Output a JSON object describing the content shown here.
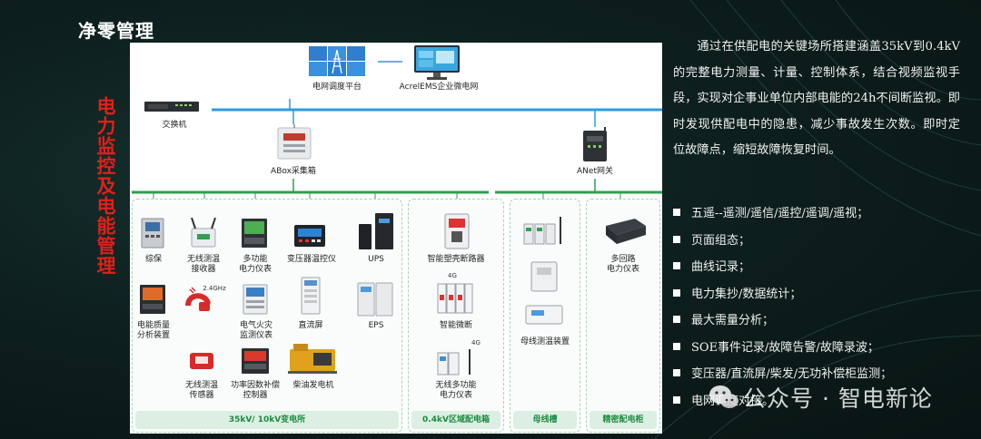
{
  "page_title": "净零管理",
  "side_label": "电力监控及电能管理",
  "top_nodes": {
    "grid_platform": "电网调度平台",
    "ems_platform": "AcrelEMS企业微电网",
    "switch": "交换机",
    "abox": "ABox采集箱",
    "anet": "ANet网关"
  },
  "sections": {
    "substation": {
      "footer": "35kV/ 10kV变电所",
      "devices": [
        "综保",
        "无线测温\n接收器",
        "多功能\n电力仪表",
        "变压器温控仪",
        "UPS",
        "电能质量\n分析装置",
        "电气火灾\n监测仪表",
        "直流屏",
        "EPS",
        "无线测温\n传感器",
        "功率因数补偿\n控制器",
        "柴油发电机"
      ],
      "tags": {
        "wireless": "2.4GHz"
      }
    },
    "distribution": {
      "footer": "0.4kV区域配电箱",
      "devices": [
        "智能塑壳断路器",
        "智能微断",
        "无线多功能\n电力仪表"
      ],
      "tags": {
        "g1": "4G",
        "g2": "4G"
      }
    },
    "busway": {
      "footer": "母线槽",
      "devices": [
        "母线测温装置"
      ]
    },
    "cabinet": {
      "footer": "精密配电柜",
      "devices": [
        "多回路\n电力仪表"
      ]
    }
  },
  "description": "通过在供配电的关键场所搭建涵盖35kV到0.4kV的完整电力测量、计量、控制体系，结合视频监视手段，实现对企事业单位内部电能的24h不间断监视。即时发现供配电中的隐患，减少事故发生次数。即时定位故障点，缩短故障恢复时间。",
  "features": [
    "五遥--遥测/遥信/遥控/遥调/遥视；",
    "页面组态；",
    "曲线记录；",
    "电力集抄/数据统计；",
    "最大需量分析；",
    "SOE事件记录/故障告警/故障录波；",
    "变压器/直流屏/柴发/无功补偿柜监测；",
    "电网调度对接。"
  ],
  "watermark": "公众号 · 智电新论",
  "colors": {
    "accent_blue": "#2a9ee0",
    "accent_green": "#2fa04f",
    "title_red": "#e0201a",
    "background": "#0d1f1e"
  }
}
